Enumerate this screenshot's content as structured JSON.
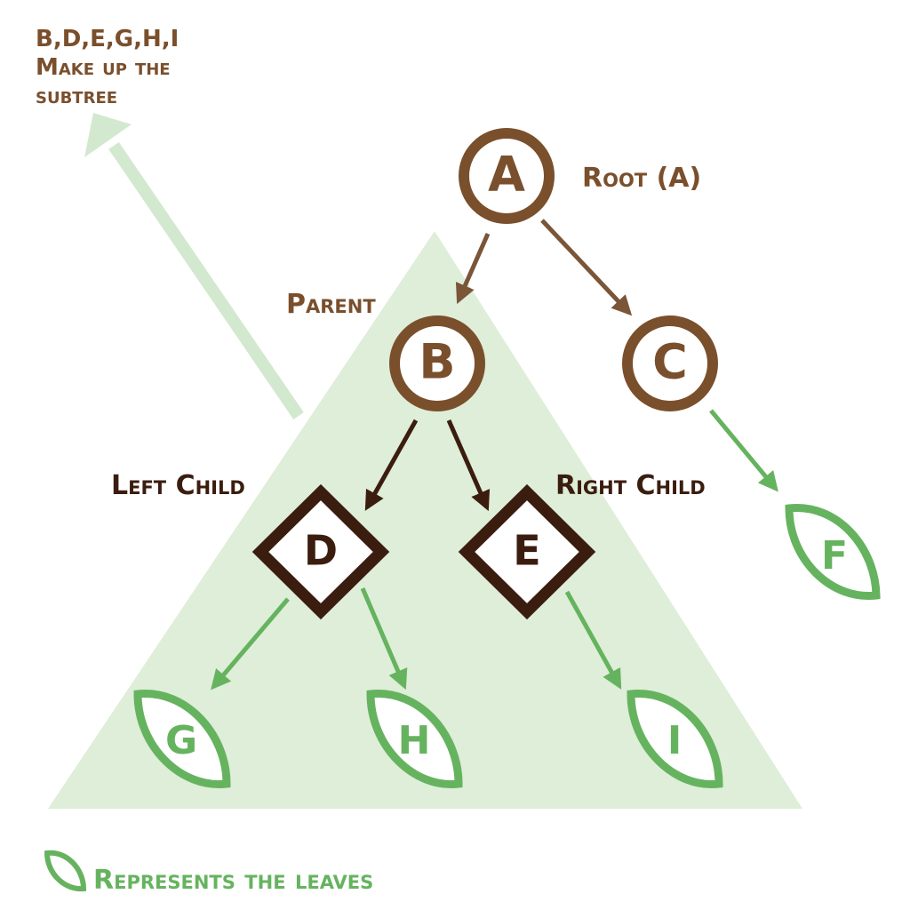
{
  "colors": {
    "background": "#ffffff",
    "triangle": "#deeed8",
    "brown": "#7a4f2c",
    "brown_arrow": "#7a5538",
    "dark_brown": "#3b1d0f",
    "green": "#66b35f",
    "light_green": "#d3e9cf"
  },
  "subtree_note": {
    "line1": "B,D,E,G,H,I",
    "line2": "Make up the",
    "line3": "subtree"
  },
  "labels": {
    "root": "Root (A)",
    "parent": "Parent",
    "left_child": "Left Child",
    "right_child": "Right Child"
  },
  "nodes": {
    "a": "A",
    "b": "B",
    "c": "C",
    "d": "D",
    "e": "E",
    "f": "F",
    "g": "G",
    "h": "H",
    "i": "I"
  },
  "legend": {
    "icon": "leaf-icon",
    "text": "Represents the leaves"
  }
}
